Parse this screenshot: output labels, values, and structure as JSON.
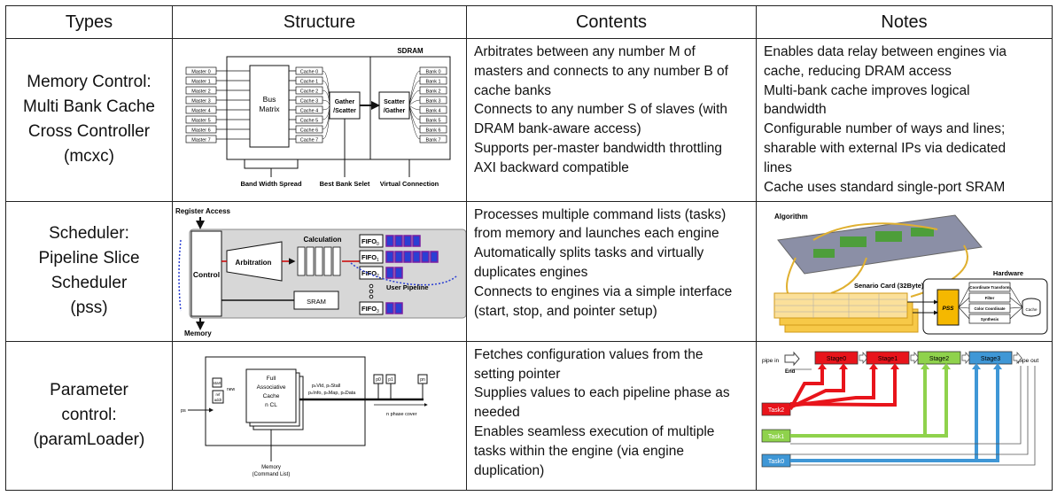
{
  "headers": [
    "Types",
    "Structure",
    "Contents",
    "Notes"
  ],
  "rows": [
    {
      "type_lines": [
        "Memory Control:",
        "Multi Bank Cache",
        "Cross Controller",
        "(mcxc)"
      ],
      "contents": [
        "Arbitrates between any number M of",
        "masters and connects to any number B of",
        "cache banks",
        "Connects to any number S of slaves (with",
        "DRAM bank-aware access)",
        "Supports per-master bandwidth throttling",
        "AXI backward compatible"
      ],
      "notes": [
        "Enables data relay between engines via",
        "cache, reducing DRAM access",
        "Multi-bank cache improves logical",
        "bandwidth",
        "Configurable number of ways and lines;",
        "sharable with external IPs via dedicated",
        "lines",
        "Cache uses standard single-port SRAM"
      ]
    },
    {
      "type_lines": [
        "Scheduler:",
        "Pipeline Slice",
        "Scheduler",
        "(pss)"
      ],
      "contents": [
        "Processes multiple command lists (tasks)",
        "from memory and launches each engine",
        "Automatically splits tasks and virtually",
        "duplicates engines",
        "Connects to engines via a simple interface",
        "(start, stop, and pointer setup)"
      ]
    },
    {
      "type_lines": [
        "Parameter",
        "control:",
        "(paramLoader)"
      ],
      "contents": [
        "Fetches configuration values from the",
        "setting pointer",
        "Supplies values to each pipeline phase as",
        "needed",
        "Enables seamless execution of multiple",
        "tasks within the engine (via engine",
        "duplication)"
      ]
    }
  ],
  "fig_mcxc": {
    "masters": [
      "Master 0",
      "Master 1",
      "Master 2",
      "Master 3",
      "Master 4",
      "Master 5",
      "Master 6",
      "Master 7"
    ],
    "caches": [
      "Cache 0",
      "Cache 1",
      "Cache 2",
      "Cache 3",
      "Cache 4",
      "Cache 5",
      "Cache 6",
      "Cache 7"
    ],
    "banks": [
      "Bank 0",
      "Bank 1",
      "Bank 2",
      "Bank 3",
      "Bank 4",
      "Bank 5",
      "Bank 6",
      "Bank 7"
    ],
    "bus": [
      "Bus",
      "Matrix"
    ],
    "gather": [
      "Gather",
      "/Scatter"
    ],
    "scatter": [
      "Scatter",
      "/Gather"
    ],
    "sdram": "SDRAM",
    "label_bw": "Band Width Spread",
    "label_bank": "Best Bank Selet",
    "label_virtual": "Virtual Connection"
  },
  "fig_pss": {
    "register": "Register Access",
    "memory": "Memory",
    "control": "Control",
    "arbitration": "Arbitration",
    "calculation": "Calculation",
    "sram": "SRAM",
    "user": "User Pipeline",
    "fifo": "FIFO",
    "fifo_subs": [
      "0",
      "1",
      "2",
      "3"
    ]
  },
  "fig_pss_note": {
    "algorithm": "Algorithm",
    "card": "Senario Card (32Byte)",
    "hardware": "Hardware",
    "pss": "PSS",
    "outputs": [
      "Coordinate Transform",
      "Filter",
      "Color Coordinate",
      "Synthesis"
    ],
    "cache": "Cache"
  },
  "fig_param": {
    "cache": [
      "Full",
      "Associative",
      "Cache",
      "n CL"
    ],
    "start": "start",
    "ref": [
      "ref",
      "addr"
    ],
    "new": "new",
    "ps": "ps",
    "signals": [
      "pₙVld, pₙStall",
      "pₙInfo, pₙMap, pₙData"
    ],
    "p0": "p0",
    "p1": "p1",
    "pn": "pn",
    "phase": "n phase cover",
    "memory": [
      "Memory",
      "(Command List)"
    ]
  },
  "fig_stages": {
    "pipe_in": "pipe in",
    "pipe_out": "pipe out",
    "end": "End",
    "stages": [
      {
        "label": "Stage0",
        "color": "#e8141b"
      },
      {
        "label": "Stage1",
        "color": "#e8141b"
      },
      {
        "label": "Stage2",
        "color": "#8fd24c"
      },
      {
        "label": "Stage3",
        "color": "#3f97d6"
      }
    ],
    "tasks": [
      {
        "label": "Task2",
        "color": "#e8141b"
      },
      {
        "label": "Task1",
        "color": "#8fd24c"
      },
      {
        "label": "Task0",
        "color": "#3f97d6"
      }
    ]
  }
}
